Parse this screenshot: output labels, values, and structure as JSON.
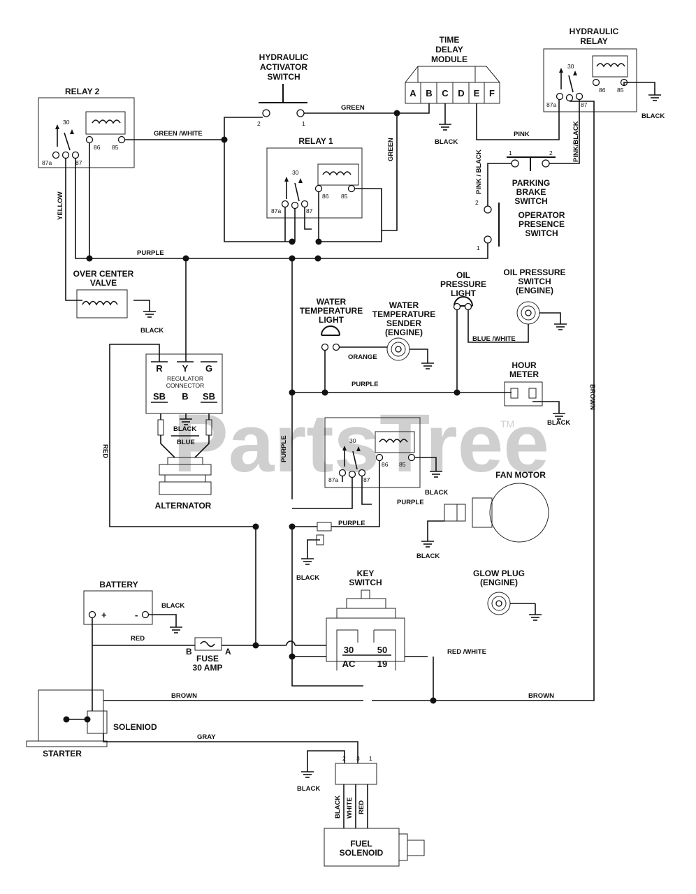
{
  "watermark": {
    "text": "PartsTree",
    "trademark": "TM"
  },
  "components": {
    "relay2": "RELAY 2",
    "relay1": "RELAY 1",
    "hydraulic_relay": [
      "HYDRAULIC",
      "RELAY"
    ],
    "hydraulic_activator_switch": [
      "HYDRAULIC",
      "ACTIVATOR",
      "SWITCH"
    ],
    "time_delay_module": [
      "TIME",
      "DELAY",
      "MODULE"
    ],
    "tdm_pins": [
      "A",
      "B",
      "C",
      "D",
      "E",
      "F"
    ],
    "parking_brake_switch": [
      "PARKING",
      "BRAKE",
      "SWITCH"
    ],
    "operator_presence_switch": [
      "OPERATOR",
      "PRESENCE",
      "SWITCH"
    ],
    "over_center_valve": [
      "OVER CENTER",
      "VALVE"
    ],
    "oil_pressure_light": [
      "OIL",
      "PRESSURE",
      "LIGHT"
    ],
    "oil_pressure_switch": [
      "OIL PRESSURE",
      "SWITCH",
      "(ENGINE)"
    ],
    "water_temp_light": [
      "WATER",
      "TEMPERATURE",
      "LIGHT"
    ],
    "water_temp_sender": [
      "WATER",
      "TEMPERATURE",
      "SENDER",
      "(ENGINE)"
    ],
    "hour_meter": [
      "HOUR",
      "METER"
    ],
    "regulator_connector": [
      "REGULATOR",
      "CONNECTOR"
    ],
    "regulator_top_pins": [
      "R",
      "Y",
      "G"
    ],
    "regulator_bottom_pins": [
      "SB",
      "B",
      "SB"
    ],
    "alternator": "ALTERNATOR",
    "fan_motor": "FAN MOTOR",
    "battery": "BATTERY",
    "battery_pos": "+",
    "battery_neg": "-",
    "fuse": [
      "FUSE",
      "30 AMP"
    ],
    "fuse_b": "B",
    "fuse_a": "A",
    "key_switch": [
      "KEY",
      "SWITCH"
    ],
    "key_switch_pins": [
      "30",
      "50",
      "AC",
      "19"
    ],
    "glow_plug": [
      "GLOW PLUG",
      "(ENGINE)"
    ],
    "starter": "STARTER",
    "solenoid": "SOLENIOD",
    "fuel_solenoid": [
      "FUEL",
      "SOLENOID"
    ]
  },
  "pins": {
    "relay": [
      "30",
      "87a",
      "87",
      "86",
      "85"
    ],
    "one": "1",
    "two": "2",
    "three": "3"
  },
  "wires": {
    "green_white": "GREEN /WHITE",
    "green": "GREEN",
    "pink": "PINK",
    "pink_black": "PINK/BLACK",
    "pink_black_2": "PINK / BLACK",
    "yellow": "YELLOW",
    "purple": "PURPLE",
    "black": "BLACK",
    "red": "RED",
    "orange": "ORANGE",
    "blue_white": "BLUE /WHITE",
    "brown": "BROWN",
    "blue": "BLUE",
    "red_white": "RED /WHITE",
    "gray": "GRAY",
    "white": "WHITE"
  }
}
